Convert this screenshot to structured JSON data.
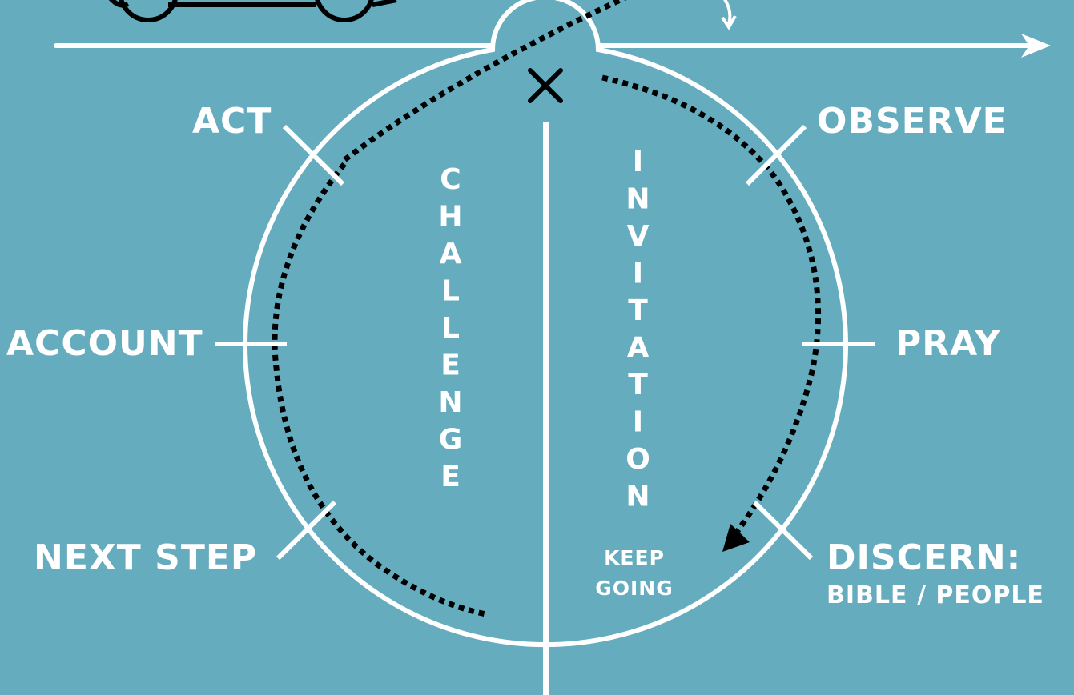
{
  "colors": {
    "background": "#66acbf",
    "line": "#ffffff",
    "dots": "#000000"
  },
  "labels": {
    "act": "ACT",
    "observe": "OBSERVE",
    "account": "ACCOUNT",
    "pray": "PRAY",
    "next_step": "NEXT STEP",
    "discern": "DISCERN:",
    "discern_sub": "BIBLE / PEOPLE",
    "keep": "KEEP",
    "going": "GOING"
  },
  "columns": {
    "challenge": [
      "C",
      "H",
      "A",
      "L",
      "L",
      "E",
      "N",
      "G",
      "E"
    ],
    "invitation": [
      "I",
      "N",
      "V",
      "I",
      "T",
      "A",
      "T",
      "I",
      "O",
      "N"
    ]
  }
}
